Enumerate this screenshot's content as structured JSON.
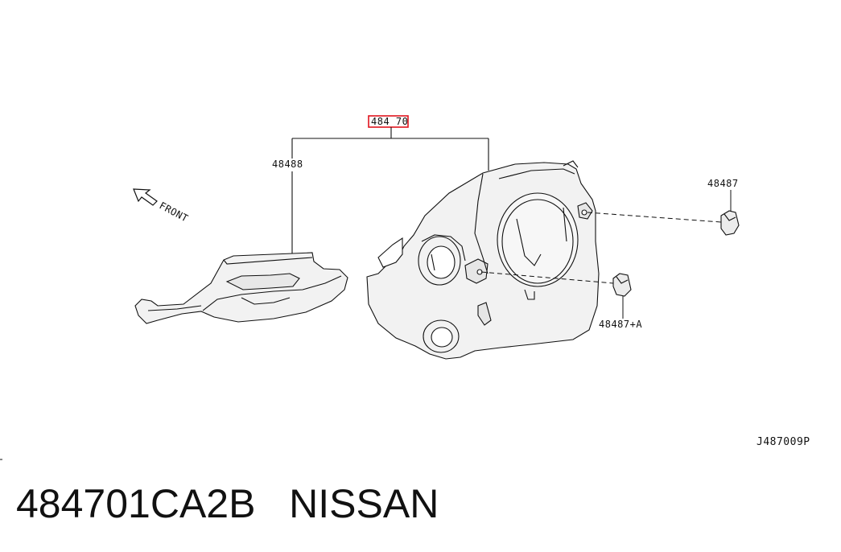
{
  "labels": {
    "highlighted_part": "484 70",
    "lower_cover": "48488",
    "clip_upper": "48487",
    "clip_lower": "48487+A",
    "front_arrow": "FRONT"
  },
  "reference_code": "J487009P",
  "caption": {
    "part_number": "484701CA2B",
    "brand": "NISSAN"
  },
  "colors": {
    "highlight_box": "#e0141e",
    "line": "#111111",
    "part_fill": "#f2f2f2"
  }
}
